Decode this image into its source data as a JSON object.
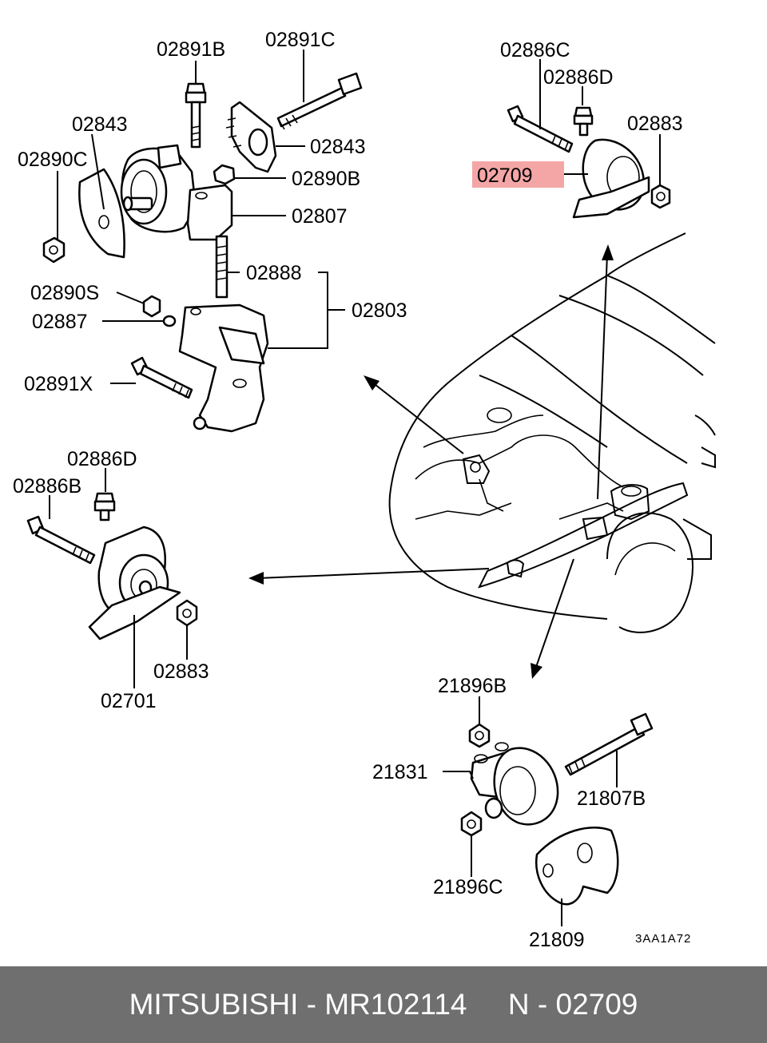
{
  "diagram": {
    "labels": {
      "l02891B": "02891B",
      "l02891C": "02891C",
      "l02843a": "02843",
      "l02843b": "02843",
      "l02890C": "02890C",
      "l02890B": "02890B",
      "l02807": "02807",
      "l02888": "02888",
      "l02890S": "02890S",
      "l02803": "02803",
      "l02887": "02887",
      "l02891X": "02891X",
      "l02886C": "02886C",
      "l02886D_top": "02886D",
      "l02883_top": "02883",
      "l02709": "02709",
      "l02886D_left": "02886D",
      "l02886B": "02886B",
      "l02883_left": "02883",
      "l02701": "02701",
      "l21896B": "21896B",
      "l21831": "21831",
      "l21807B": "21807B",
      "l21896C": "21896C",
      "l21809": "21809"
    },
    "highlight_color": "#f4a6a6",
    "drawing_code": "3AA1A72"
  },
  "footer": {
    "text": "MITSUBISHI - MR102114     N - 02709",
    "background": "#6f6f6f"
  }
}
